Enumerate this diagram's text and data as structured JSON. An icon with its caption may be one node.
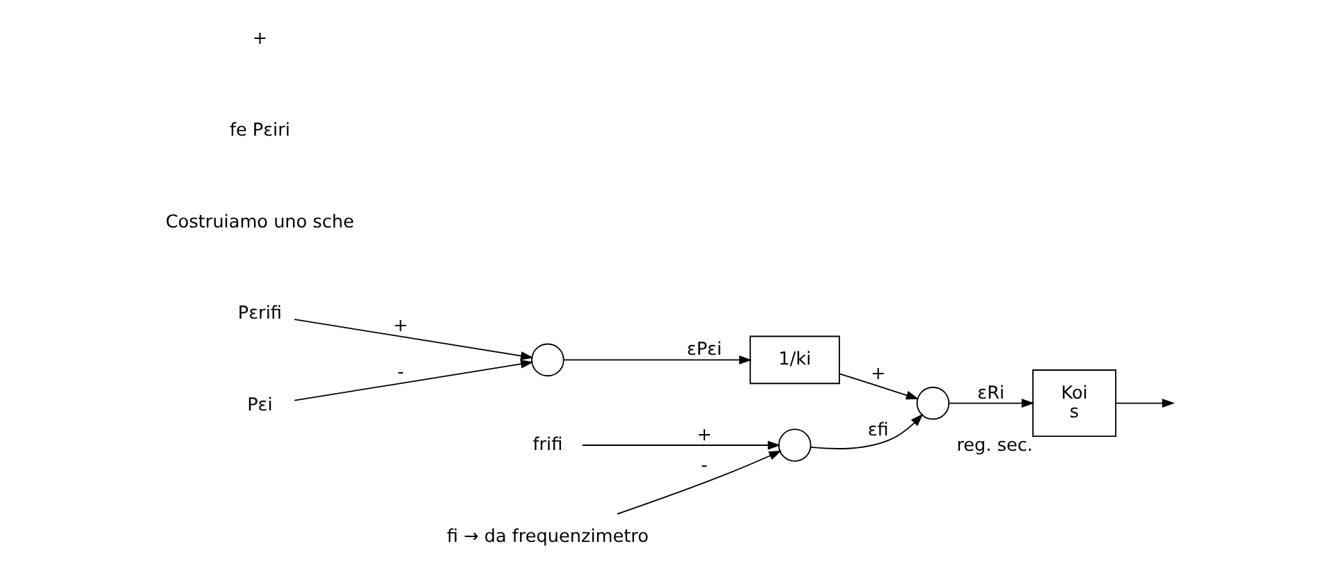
{
  "diagram": {
    "nodes": [
      {
        "text": [
          "Pεrifi"
        ]
      },
      {
        "text": [],
        "shape": "circle"
      },
      {
        "text": [
          "Pεi"
        ]
      },
      {
        "text": [
          "1/ki"
        ]
      },
      {
        "text": [],
        "shape": "circle"
      },
      {
        "text": [
          "Koi",
          "s"
        ],
        "beside": [
          "reg. sec."
        ]
      },
      {
        "text": [
          "frifi"
        ]
      },
      {
        "text": [],
        "shape": "circle"
      },
      {
        "text": [
          "fi → da frequenzimetro"
        ]
      }
    ],
    "edges": [
      {
        "from": 0,
        "to": 1,
        "arrow": "to",
        "label": "+"
      },
      {
        "from": 2,
        "to": 1,
        "arrow": "to",
        "label": "-"
      },
      {
        "from": 1,
        "to": 3,
        "arrow": "to",
        "label": "εPεi"
      },
      {
        "from": 3,
        "to": 4,
        "arrow": "to",
        "label": "+"
      },
      {
        "from": 4,
        "to": 5,
        "arrow": "to",
        "label": "εRi"
      },
      {
        "from": 5,
        "to": null,
        "arrow": "to"
      },
      {
        "from": 6,
        "to": 7,
        "arrow": "to",
        "label": "+"
      },
      {
        "from": 8,
        "to": 7,
        "arrow": "to",
        "label": "-"
      },
      {
        "from": 7,
        "to": 4,
        "arrow": "to",
        "label": "εfi"
      }
    ],
    "labels": [
      "Costruiamo uno sche",
      "fe Pεiri",
      "+"
    ]
  }
}
